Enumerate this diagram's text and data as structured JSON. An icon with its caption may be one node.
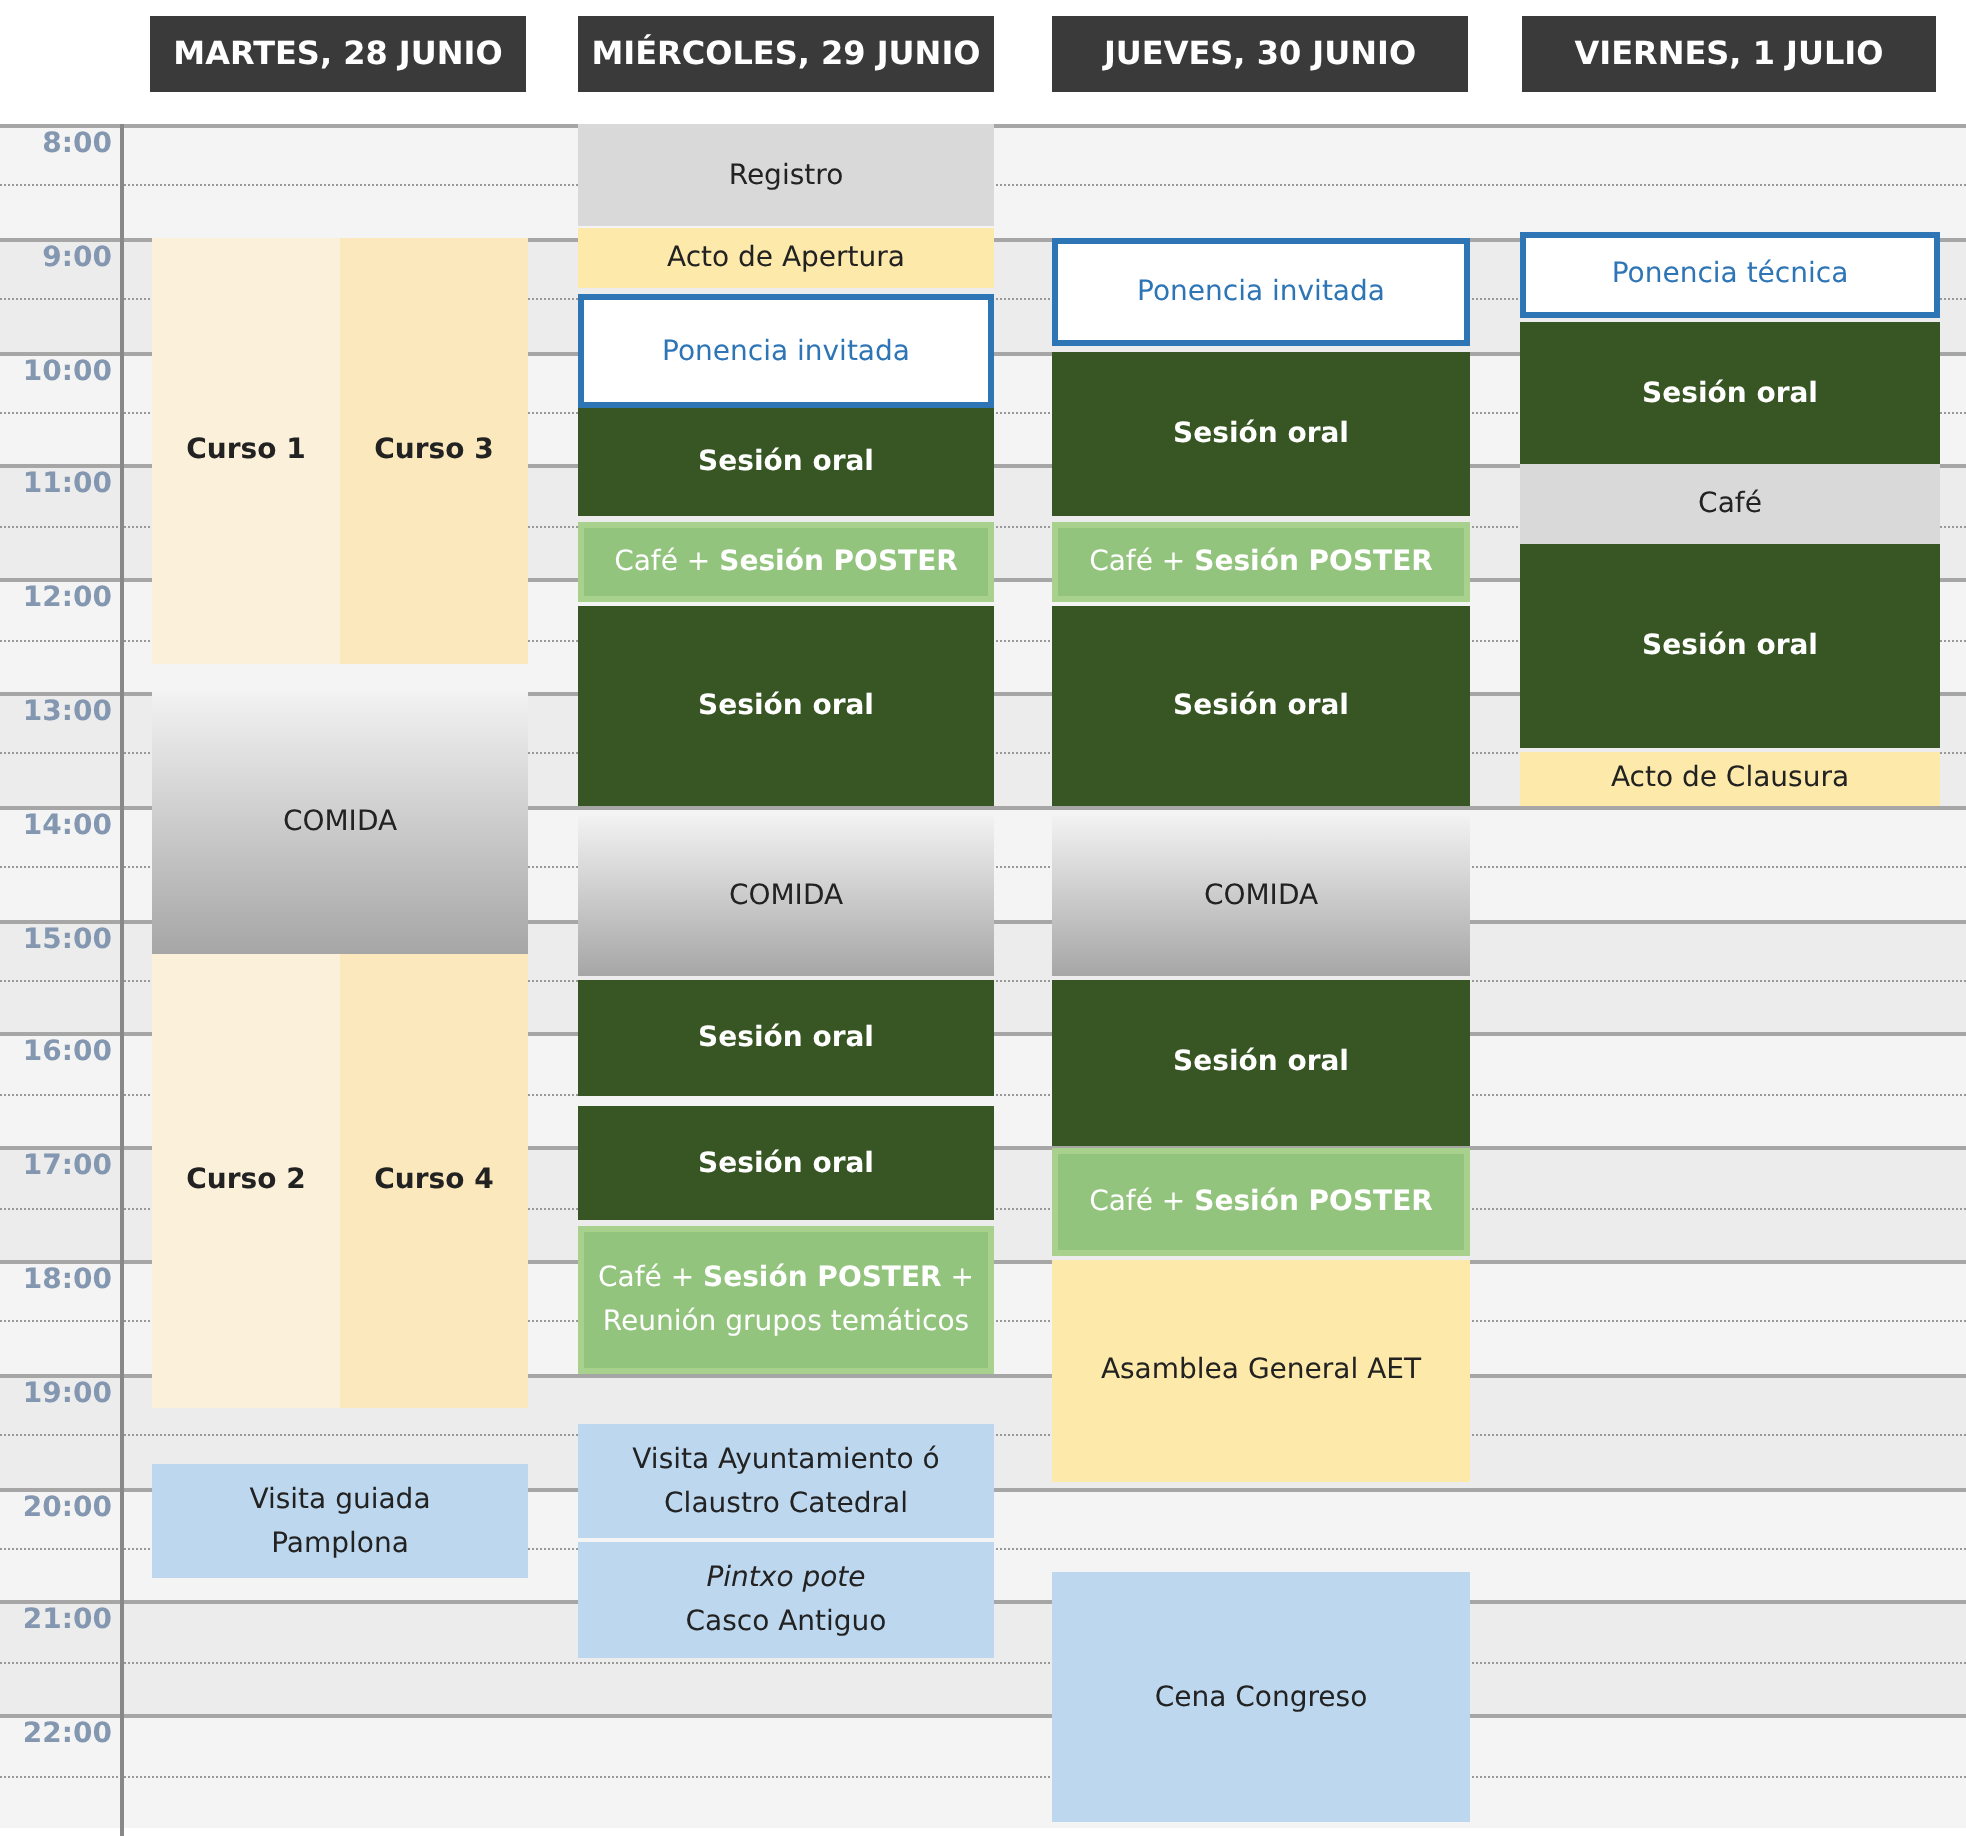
{
  "diagram": {
    "nodes": [
      {
        "text": [
          "MARTES, 28 JUNIO"
        ]
      },
      {
        "text": [
          "MIÉRCOLES, 29 JUNIO"
        ]
      },
      {
        "text": [
          "JUEVES, 30 JUNIO"
        ]
      },
      {
        "text": [
          "VIERNES, 1 JULIO"
        ]
      },
      {
        "text": [
          "Curso 1"
        ]
      },
      {
        "text": [
          "Curso 3"
        ]
      },
      {
        "text": [
          "COMIDA"
        ]
      },
      {
        "text": [
          "Curso 2"
        ]
      },
      {
        "text": [
          "Curso 4"
        ]
      },
      {
        "text": [
          "Visita guiada Pamplona"
        ]
      },
      {
        "text": [
          "Registro"
        ]
      },
      {
        "text": [
          "Acto de Apertura"
        ]
      },
      {
        "text": [
          "Ponencia invitada"
        ]
      },
      {
        "text": [
          "Sesión oral"
        ]
      },
      {
        "text": [
          "Café + **Sesión POSTER**"
        ]
      },
      {
        "text": [
          "Sesión oral"
        ]
      },
      {
        "text": [
          "COMIDA"
        ]
      },
      {
        "text": [
          "Sesión oral"
        ]
      },
      {
        "text": [
          "Sesión oral"
        ]
      },
      {
        "text": [
          "Café + **Sesión POSTER** + Reunión grupos temáticos"
        ]
      },
      {
        "text": [
          "Visita Ayuntamiento ó Claustro Catedral"
        ]
      },
      {
        "text": [
          "*Pintxo pote* Casco Antiguo"
        ]
      },
      {
        "text": [
          "Ponencia invitada"
        ]
      },
      {
        "text": [
          "Sesión oral"
        ]
      },
      {
        "text": [
          "Café + **Sesión POSTER**"
        ]
      },
      {
        "text": [
          "Sesión oral"
        ]
      },
      {
        "text": [
          "COMIDA"
        ]
      },
      {
        "text": [
          "Sesión oral"
        ]
      },
      {
        "text": [
          "Café + **Sesión POSTER**"
        ]
      },
      {
        "text": [
          "Asamblea General AET"
        ]
      },
      {
        "text": [
          "Cena Congreso"
        ]
      },
      {
        "text": [
          "Ponencia técnica"
        ]
      },
      {
        "text": [
          "Sesión oral"
        ]
      },
      {
        "text": [
          "Café"
        ]
      },
      {
        "text": [
          "Sesión oral"
        ]
      },
      {
        "text": [
          "Acto de Clausura"
        ]
      }
    ],
    "labels": [
      "8:00",
      "9:00",
      "10:00",
      "11:00",
      "12:00",
      "13:00",
      "14:00",
      "15:00",
      "16:00",
      "17:00",
      "18:00",
      "19:00",
      "20:00",
      "21:00",
      "22:00"
    ]
  }
}
